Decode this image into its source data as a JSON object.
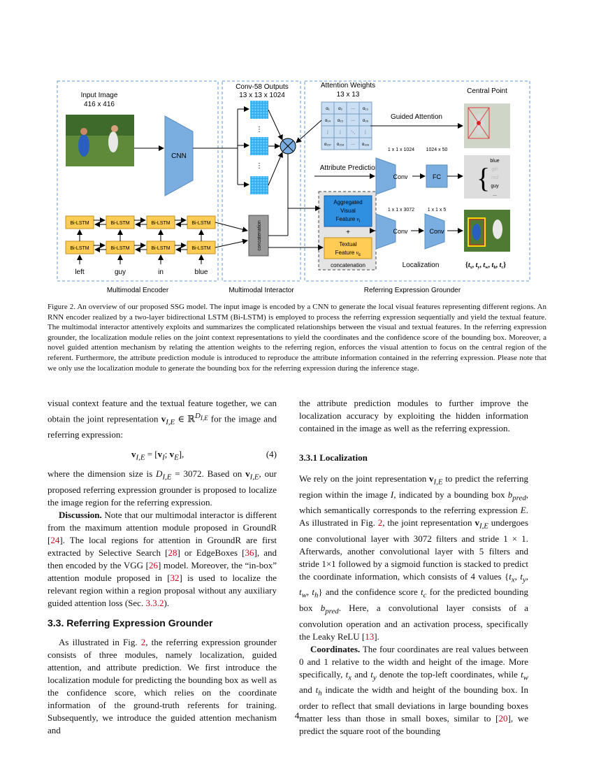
{
  "figure": {
    "input_title": "Input Image",
    "input_size": "416 x 416",
    "conv_title": "Conv-58 Outputs",
    "conv_size": "13 x 13 x 1024",
    "attn_title": "Attention Weights",
    "attn_size": "13 x 13",
    "central_point": "Central Point",
    "cnn": "CNN",
    "guided_attention": "Guided Attention",
    "attribute_prediction": "Attribute Prediction",
    "dim_1024": "1 x 1 x 1024",
    "dim_50": "1024 x 50",
    "dim_3072": "1 x 1 x 3072",
    "dim_5": "1 x 1 x 5",
    "conv": "Conv",
    "fc": "FC",
    "attributes": [
      "blue",
      "girl",
      "red",
      "guy",
      "..."
    ],
    "aggregated": "Aggregated Visual Feature",
    "aggregated_sym": "v",
    "aggregated_sub": "I",
    "plus": "+",
    "textual": "Textual Feature",
    "textual_sym": "v",
    "textual_sub": "E",
    "concatenation": "concatenation",
    "localization": "Localization",
    "loc_output": "{t_x, t_y, t_w, t_h, t_c}",
    "bilstm": "Bi-LSTM",
    "words": [
      "left",
      "guy",
      "in",
      "blue"
    ],
    "matrix_cells": [
      "α₁",
      "α₂",
      "···",
      "α₁₃",
      "α₁₄",
      "α₁₅",
      "···",
      "α₂₆",
      "⋮",
      "⋮",
      "⋱",
      "⋮",
      "α₁₅₇",
      "α₁₅₈",
      "···",
      "α₁₆₉"
    ],
    "module_encoder": "Multimodal Encoder",
    "module_interactor": "Multimodal Interactor",
    "module_grounder": "Referring Expression Grounder",
    "colors": {
      "cnn_blue": "#7aaee0",
      "lstm_yellow": "#ffcc55",
      "dash_blue": "#5b9bd5",
      "feat_blue": "#2f8fe0"
    }
  },
  "caption": "Figure 2. An overview of our proposed SSG model. The input image is encoded by a CNN to generate the local visual features representing different regions. An RNN encoder realized by a two-layer bidirectional LSTM (Bi-LSTM) is employed to process the referring expression sequentially and yield the textual feature. The multimodal interactor attentively exploits and summarizes the complicated relationships between the visual and textual features. In the referring expression grounder, the localization module relies on the joint context representations to yield the coordinates and the confidence score of the bounding box. Moreover, a novel guided attention mechanism by relating the attention weights to the referring region, enforces the visual attention to focus on the central region of the referent. Furthermore, the attribute prediction module is introduced to reproduce the attribute information contained in the referring expression. Please note that we only use the localization module to generate the bounding box for the referring expression during the inference stage.",
  "left": {
    "p1": "visual context feature and the textual feature together, we can obtain the joint representation v_{I,E} ∈ ℝ^{D_{I,E}} for the image and referring expression:",
    "eq": "v_{I,E} = [v_I; v_E],",
    "eq_num": "(4)",
    "p2": "where the dimension size is D_{I,E} = 3072. Based on v_{I,E}, our proposed referring expression grounder is proposed to localize the image region for the referring expression.",
    "p3_lead": "Discussion.",
    "p3": "Note that our multimodal interactor is different from the maximum attention module proposed in GroundR [24]. The local regions for attention in GroundR are first extracted by Selective Search [28] or EdgeBoxes [36], and then encoded by the VGG [26] model. Moreover, the “in-box” attention module proposed in [32] is used to localize the relevant region within a region proposal without any auxiliary guided attention loss (Sec. 3.3.2).",
    "heading": "3.3. Referring Expression Grounder",
    "p4": "As illustrated in Fig. 2, the referring expression grounder consists of three modules, namely localization, guided attention, and attribute prediction. We first introduce the localization module for predicting the bounding box as well as the confidence score, which relies on the coordinate information of the ground-truth referents for training. Subsequently, we introduce the guided attention mechanism and"
  },
  "right": {
    "p1": "the attribute prediction modules to further improve the localization accuracy by exploiting the hidden information contained in the image as well as the referring expression.",
    "heading": "3.3.1   Localization",
    "p2": "We rely on the joint representation v_{I,E} to predict the referring region within the image I, indicated by a bounding box b_pred, which semantically corresponds to the referring expression E. As illustrated in Fig. 2, the joint representation v_{I,E} undergoes one convolutional layer with 3072 filters and stride 1 × 1. Afterwards, another convolutional layer with 5 filters and stride 1×1 followed by a sigmoid function is stacked to predict the coordinate information, which consists of 4 values {t_x, t_y, t_w, t_h} and the confidence score t_c for the predicted bounding box b_pred. Here, a convolutional layer consists of a convolution operation and an activation process, specifically the Leaky ReLU [13].",
    "p3_lead": "Coordinates.",
    "p3": "The four coordinates are real values between 0 and 1 relative to the width and height of the image. More specifically, t_x and t_y denote the top-left coordinates, while t_w and t_h indicate the width and height of the bounding box. In order to reflect that small deviations in large bounding boxes matter less than those in small boxes, similar to [20], we predict the square root of the bounding"
  },
  "page_number": "4"
}
